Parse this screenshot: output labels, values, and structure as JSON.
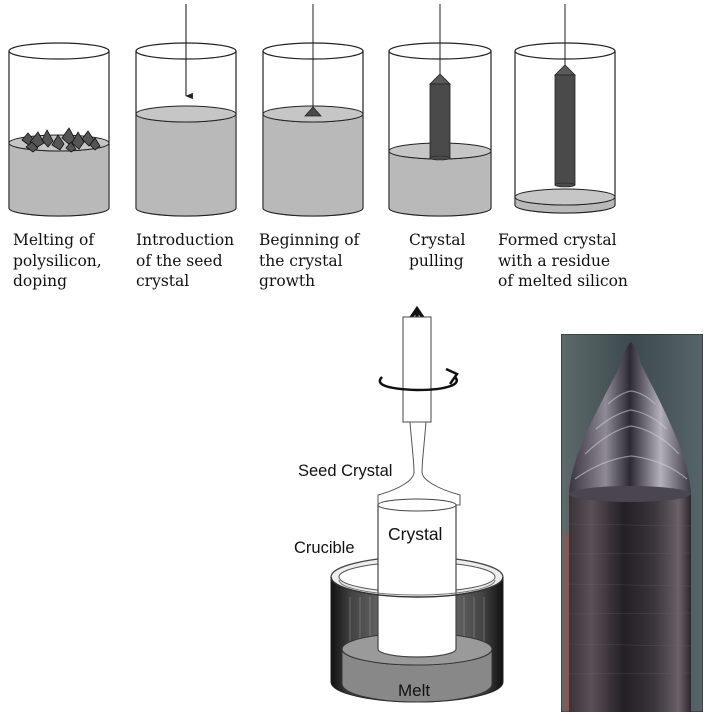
{
  "steps": [
    {
      "lines": [
        "Melting of",
        "polysilicon,",
        "doping"
      ]
    },
    {
      "lines": [
        "Introduction",
        "of the seed",
        "crystal"
      ]
    },
    {
      "lines": [
        "Beginning of",
        "the crystal",
        "growth"
      ]
    },
    {
      "lines": [
        "Crystal",
        "pulling"
      ]
    },
    {
      "lines": [
        "Formed crystal",
        "with a residue",
        "of melted silicon"
      ]
    }
  ],
  "diagram": {
    "seed_crystal": "Seed Crystal",
    "crystal": "Crystal",
    "crucible": "Crucible",
    "melt": "Melt"
  },
  "colors": {
    "melt": "#b9b9b9",
    "crystal_dark": "#4a4a4a",
    "outline": "#222222",
    "ingot_body": "#2e2a2f",
    "ingot_background": "#4c5a5c"
  }
}
